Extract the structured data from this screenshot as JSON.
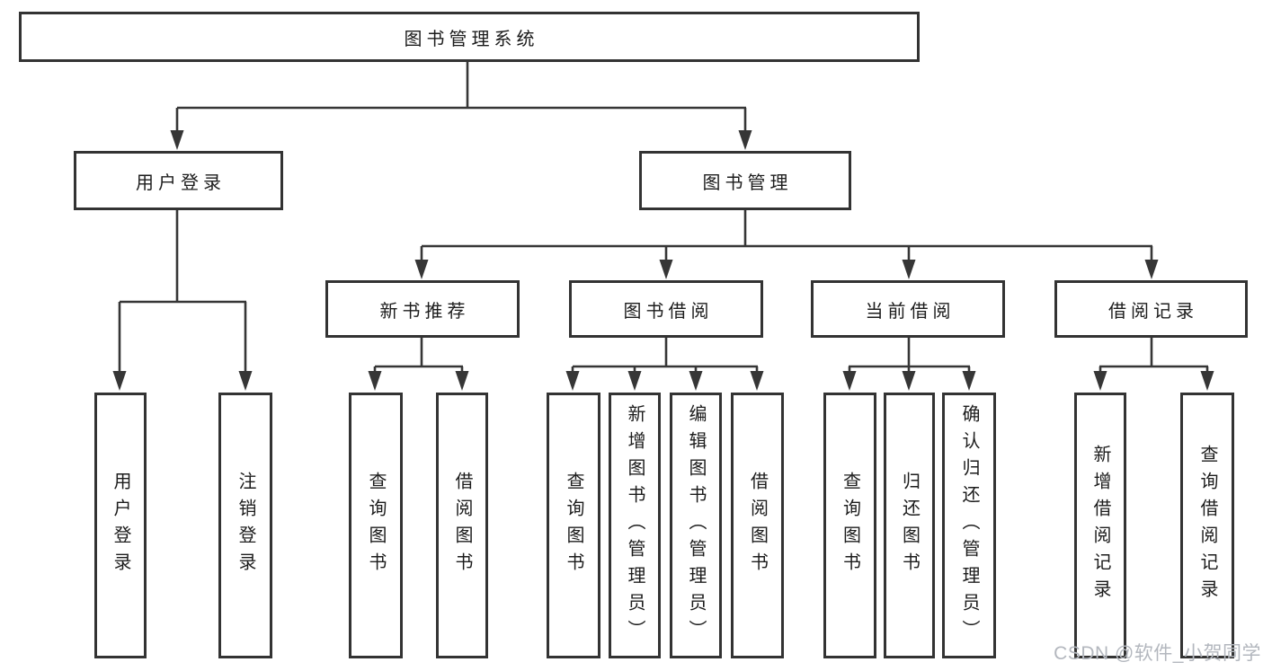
{
  "tree": {
    "label": "图书管理系统",
    "children": [
      {
        "label": "用户登录",
        "children": [
          {
            "label": "用户登录"
          },
          {
            "label": "注销登录"
          }
        ]
      },
      {
        "label": "图书管理",
        "children": [
          {
            "label": "新书推荐",
            "children": [
              {
                "label": "查询图书"
              },
              {
                "label": "借阅图书"
              }
            ]
          },
          {
            "label": "图书借阅",
            "children": [
              {
                "label": "查询图书"
              },
              {
                "label": "新增图书（管理员）"
              },
              {
                "label": "编辑图书（管理员）"
              },
              {
                "label": "借阅图书"
              }
            ]
          },
          {
            "label": "当前借阅",
            "children": [
              {
                "label": "查询图书"
              },
              {
                "label": "归还图书"
              },
              {
                "label": "确认归还（管理员）"
              }
            ]
          },
          {
            "label": "借阅记录",
            "children": [
              {
                "label": "新增借阅记录"
              },
              {
                "label": "查询借阅记录"
              }
            ]
          }
        ]
      }
    ]
  },
  "watermark": {
    "text": "CSDN @软件_小贺同学"
  },
  "colors": {
    "line": "#363636",
    "box_border": "#333333",
    "text": "#1c1c1c",
    "watermark": "#b3b7be",
    "background": "#ffffff"
  }
}
